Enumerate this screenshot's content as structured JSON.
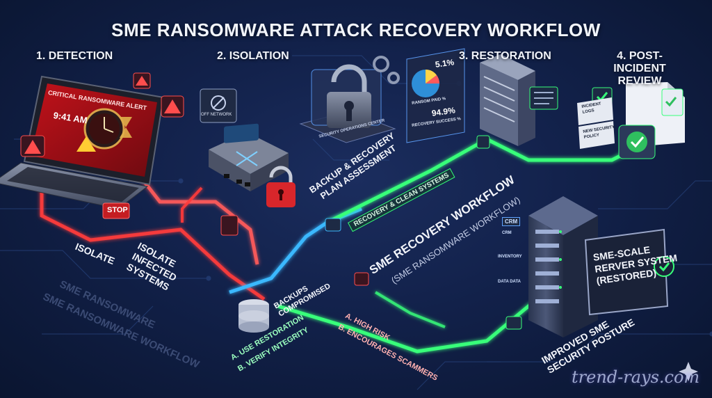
{
  "title": "SME RANSOMWARE ATTACK RECOVERY WORKFLOW",
  "steps": {
    "s1": "1. DETECTION",
    "s2": "2. ISOLATION",
    "s3": "3. RESTORATION",
    "s4_line1": "4. POST-INCIDENT",
    "s4_line2": "REVIEW"
  },
  "laptop": {
    "alert": "CRITICAL RANSOMWARE ALERT",
    "time": "9:41 AM"
  },
  "network": {
    "off_label": "OFF NETWORK"
  },
  "stop_sign": "STOP",
  "isolate": {
    "short": "ISOLATE",
    "line1": "ISOLATE",
    "line2": "INFECTED",
    "line3": "SYSTEMS"
  },
  "assessment": {
    "label_line1": "BACKUP & RECOVERY",
    "label_line2": "PLAN ASSESSMENT",
    "panel_caption": "SECURITY OPERATIONS CENTER",
    "ransom_paid_pct": "5.1%",
    "ransom_paid_label": "RANSOM PAID %",
    "recovery_pct": "94.9%",
    "recovery_label": "RECOVERY SUCCESS %"
  },
  "recovery_path": "RECOVERY & CLEAN SYSTEMS",
  "center_title": "SME RECOVERY WORKFLOW",
  "center_sub": "(SME RANSOMWARE WORKFLOW)",
  "faded_1": "SME RANSOMWARE",
  "faded_2": "SME RANSOMWARE WORKFLOW",
  "backups": {
    "line1": "BACKUPS",
    "line2": "COMPROMISED",
    "opt_a": "A. USE RESTORATION",
    "opt_b": "B. VERIFY INTEGRITY"
  },
  "ransom_risk": {
    "opt_a": "A. HIGH RISK",
    "opt_b": "B. ENCOURAGES SCAMMERS"
  },
  "server_tags": [
    "CRM",
    "CRM",
    "INVENTORY",
    "DATA DATA"
  ],
  "restored": {
    "line1": "SME-SCALE",
    "line2": "RERVER SYSTEM",
    "line3": "(RESTORED)"
  },
  "posture": {
    "line1": "IMPROVED SME",
    "line2": "SECURITY POSTURE"
  },
  "review_docs": {
    "doc1_line1": "INCIDENT",
    "doc1_line2": "LOGS",
    "doc2_line1": "NEW SECURITY",
    "doc2_line2": "POLICY"
  },
  "watermark": "trend-rays.com",
  "colors": {
    "red_path": "#ff3b3b",
    "blue_path": "#3ab8ff",
    "green_path": "#37ff7a",
    "background": "#12214a"
  }
}
